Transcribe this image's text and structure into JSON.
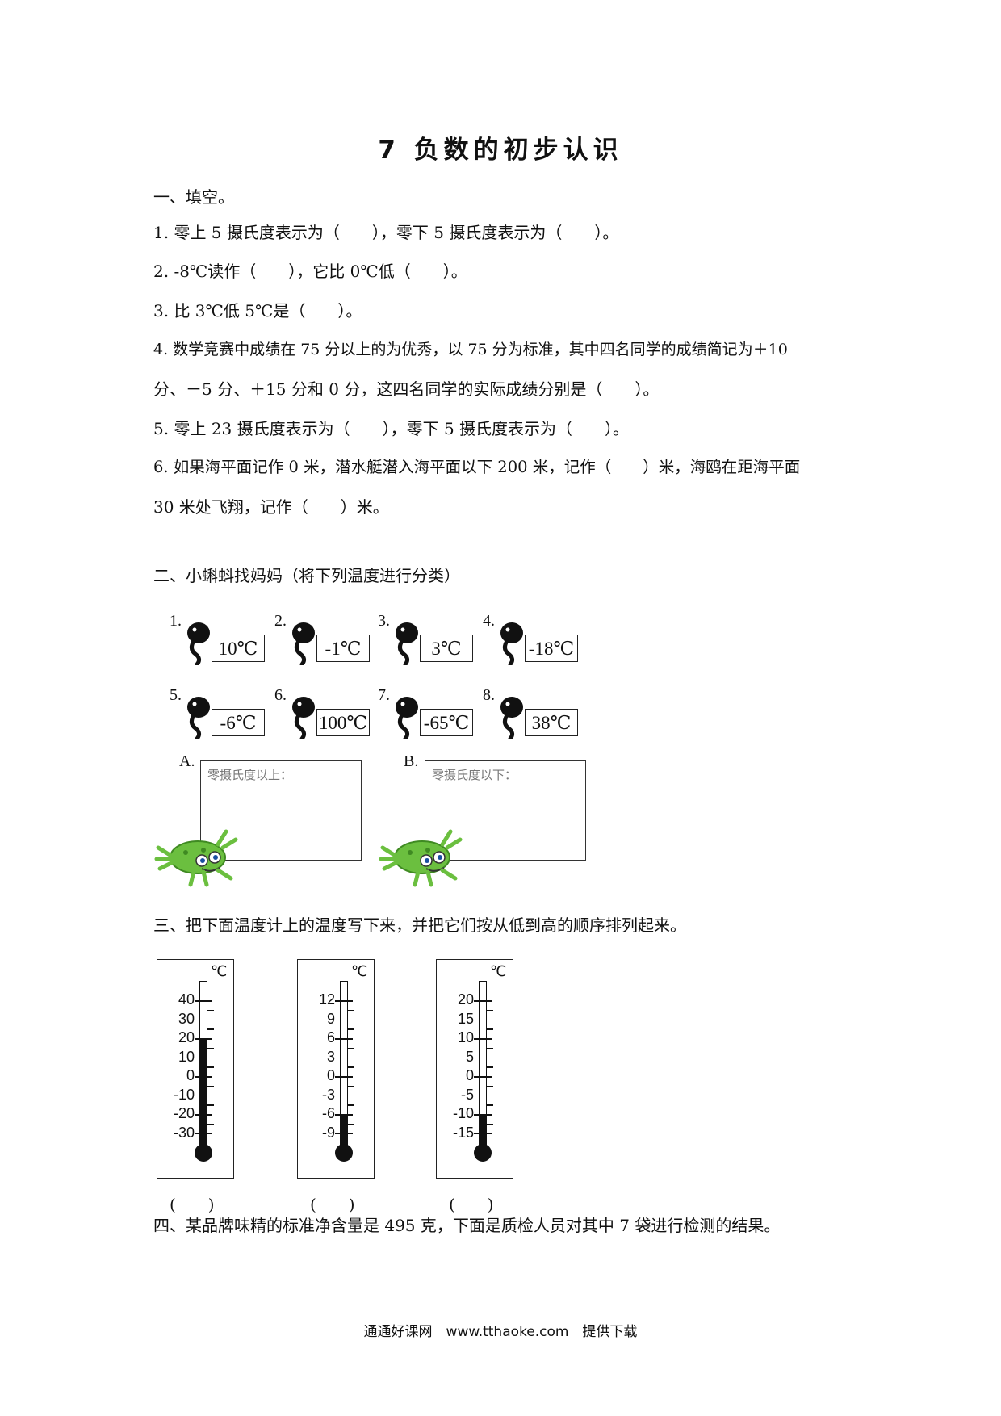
{
  "title": "7 负数的初步认识",
  "section1": {
    "heading": "一、填空。",
    "q1": "1. 零上 5 摄氏度表示为（　　），零下 5 摄氏度表示为（　　）。",
    "q2": "2. -8℃读作（　　），它比 0℃低（　　）。",
    "q3": "3. 比 3℃低 5℃是（　　）。",
    "q4_line1": "4. 数学竞赛中成绩在 75 分以上的为优秀，以 75 分为标准，其中四名同学的成绩简记为＋10",
    "q4_line2": "分、－5 分、＋15 分和 0 分，这四名同学的实际成绩分别是（　　）。",
    "q5": "5. 零上 23 摄氏度表示为（　　），零下 5 摄氏度表示为（　　）。",
    "q6_line1": "6. 如果海平面记作 0 米，潜水艇潜入海平面以下 200 米，记作（　　）米，海鸥在距海平面",
    "q6_line2": "30 米处飞翔，记作（　　）米。"
  },
  "section2": {
    "heading": "二、小蝌蚪找妈妈（将下列温度进行分类）",
    "tadpoles": [
      {
        "num": "1.",
        "temp": "10℃"
      },
      {
        "num": "2.",
        "temp": "-1℃"
      },
      {
        "num": "3.",
        "temp": "3℃"
      },
      {
        "num": "4.",
        "temp": "-18℃"
      },
      {
        "num": "5.",
        "temp": "-6℃"
      },
      {
        "num": "6.",
        "temp": "100℃"
      },
      {
        "num": "7.",
        "temp": "-65℃"
      },
      {
        "num": "8.",
        "temp": "38℃"
      }
    ],
    "category_a": {
      "letter": "A.",
      "label": "零摄氏度以上："
    },
    "category_b": {
      "letter": "B.",
      "label": "零摄氏度以下："
    }
  },
  "section3": {
    "heading": "三、把下面温度计上的温度写下来，并把它们按从低到高的顺序排列起来。",
    "unit": "℃",
    "thermometers": [
      {
        "ticks": [
          "40",
          "30",
          "20",
          "10",
          "0",
          "-10",
          "-20",
          "-30"
        ],
        "reading": 20,
        "answer": "(　　)"
      },
      {
        "ticks": [
          "12",
          "9",
          "6",
          "3",
          "0",
          "-3",
          "-6",
          "-9"
        ],
        "reading": -6,
        "answer": "(　　)"
      },
      {
        "ticks": [
          "20",
          "15",
          "10",
          "5",
          "0",
          "-5",
          "-10",
          "-15"
        ],
        "reading": -10,
        "answer": "(　　)"
      }
    ]
  },
  "section4": {
    "heading": "四、某品牌味精的标准净含量是 495 克，下面是质检人员对其中 7 袋进行检测的结果。"
  },
  "footer": "通通好课网　www.tthaoke.com　提供下载"
}
